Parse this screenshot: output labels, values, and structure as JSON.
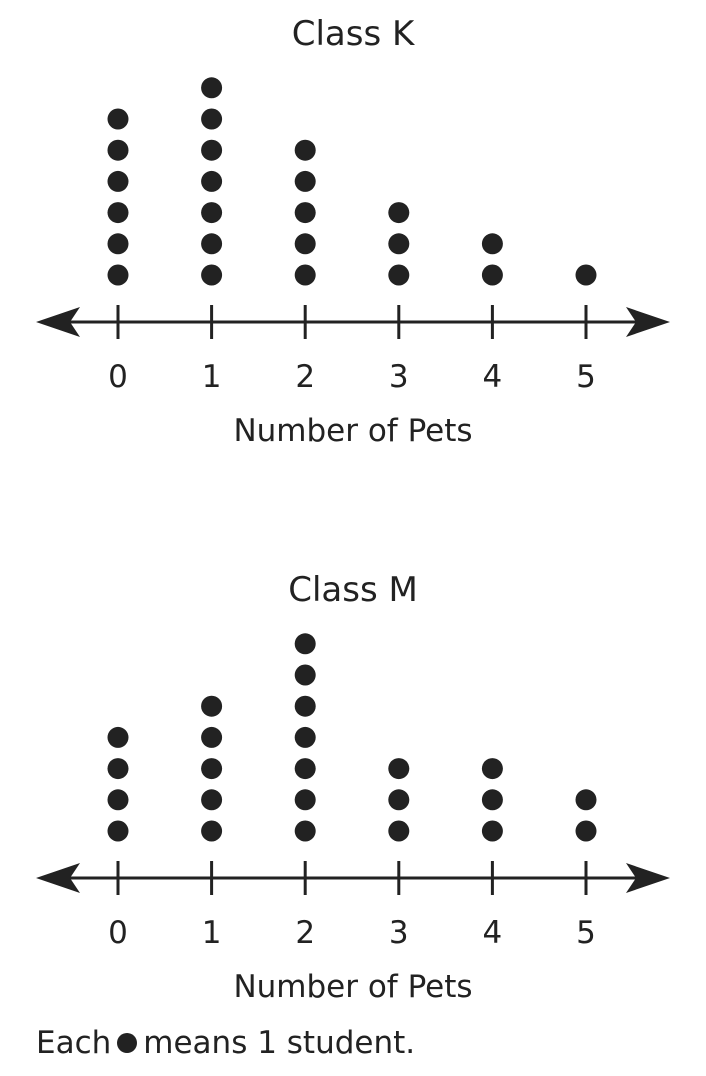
{
  "chart_data": [
    {
      "type": "dot plot",
      "title": "Class K",
      "xlabel": "Number of Pets",
      "categories": [
        "0",
        "1",
        "2",
        "3",
        "4",
        "5"
      ],
      "values": [
        6,
        7,
        5,
        3,
        2,
        1
      ]
    },
    {
      "type": "dot plot",
      "title": "Class M",
      "xlabel": "Number of Pets",
      "categories": [
        "0",
        "1",
        "2",
        "3",
        "4",
        "5"
      ],
      "values": [
        4,
        5,
        7,
        3,
        3,
        2
      ]
    }
  ],
  "legend": {
    "prefix": "Each",
    "suffix": "means 1 student."
  },
  "colors": {
    "ink": "#222222"
  }
}
